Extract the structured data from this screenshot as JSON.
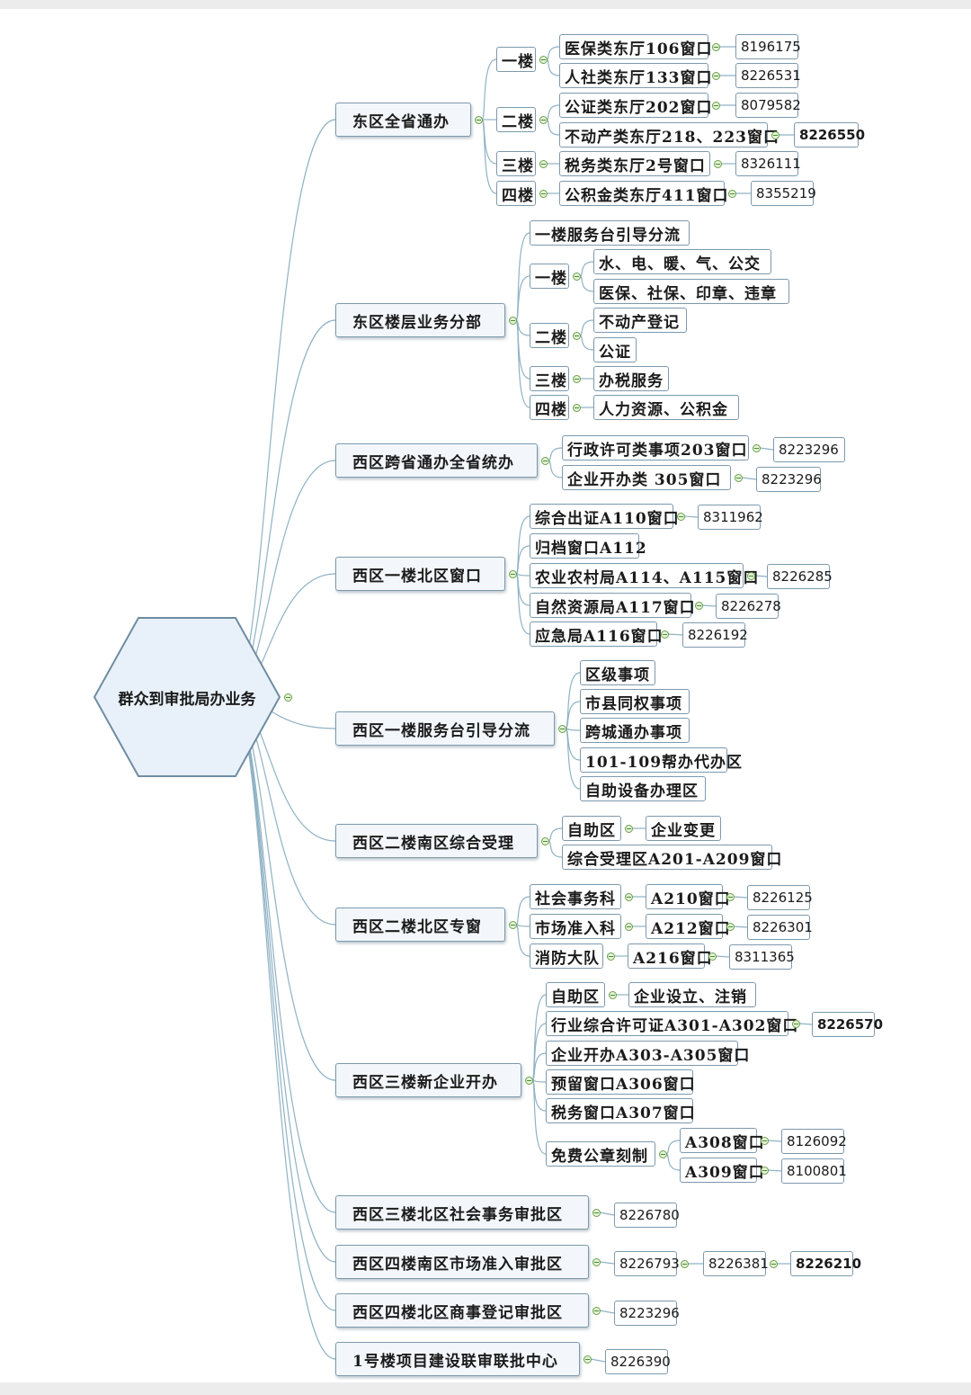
{
  "root": "群众到审批局办业务",
  "nodes": [
    {
      "id": "a",
      "label": "东区全省通办",
      "level": 1
    },
    {
      "id": "a1",
      "label": "一楼"
    },
    {
      "id": "a1a",
      "label": "医保类东厅106窗口"
    },
    {
      "id": "a1an",
      "label": "8196175",
      "num": true
    },
    {
      "id": "a1b",
      "label": "人社类东厅133窗口"
    },
    {
      "id": "a1bn",
      "label": "8226531",
      "num": true
    },
    {
      "id": "a2",
      "label": "二楼"
    },
    {
      "id": "a2a",
      "label": "公证类东厅202窗口"
    },
    {
      "id": "a2an",
      "label": "8079582",
      "num": true
    },
    {
      "id": "a2b",
      "label": "不动产类东厅218、223窗口"
    },
    {
      "id": "a2bn",
      "label": "8226550",
      "num": true,
      "bold": true
    },
    {
      "id": "a3",
      "label": "三楼"
    },
    {
      "id": "a3a",
      "label": "税务类东厅2号窗口"
    },
    {
      "id": "a3an",
      "label": "8326111",
      "num": true
    },
    {
      "id": "a4",
      "label": "四楼"
    },
    {
      "id": "a4a",
      "label": "公积金类东厅411窗口"
    },
    {
      "id": "a4an",
      "label": "8355219",
      "num": true
    },
    {
      "id": "b",
      "label": "东区楼层业务分部",
      "level": 1
    },
    {
      "id": "b0",
      "label": "一楼服务台引导分流"
    },
    {
      "id": "b1",
      "label": "一楼"
    },
    {
      "id": "b1a",
      "label": "水、电、暖、气、公交"
    },
    {
      "id": "b1b",
      "label": "医保、社保、印章、违章"
    },
    {
      "id": "b2",
      "label": "二楼"
    },
    {
      "id": "b2a",
      "label": "不动产登记"
    },
    {
      "id": "b2b",
      "label": "公证"
    },
    {
      "id": "b3",
      "label": "三楼"
    },
    {
      "id": "b3a",
      "label": "办税服务"
    },
    {
      "id": "b4",
      "label": "四楼"
    },
    {
      "id": "b4a",
      "label": "人力资源、公积金"
    },
    {
      "id": "c",
      "label": "西区跨省通办全省统办",
      "level": 1
    },
    {
      "id": "c1",
      "label": "行政许可类事项203窗口"
    },
    {
      "id": "c1n",
      "label": "8223296",
      "num": true
    },
    {
      "id": "c2",
      "label": "企业开办类 305窗口"
    },
    {
      "id": "c2n",
      "label": "8223296",
      "num": true
    },
    {
      "id": "d",
      "label": "西区一楼北区窗口",
      "level": 1
    },
    {
      "id": "d1",
      "label": "综合出证A110窗口"
    },
    {
      "id": "d1n",
      "label": "8311962",
      "num": true
    },
    {
      "id": "d2",
      "label": "归档窗口A112"
    },
    {
      "id": "d3",
      "label": "农业农村局A114、A115窗口"
    },
    {
      "id": "d3n",
      "label": "8226285",
      "num": true
    },
    {
      "id": "d4",
      "label": "自然资源局A117窗口"
    },
    {
      "id": "d4n",
      "label": "8226278",
      "num": true
    },
    {
      "id": "d5",
      "label": "应急局A116窗口"
    },
    {
      "id": "d5n",
      "label": "8226192",
      "num": true
    },
    {
      "id": "e",
      "label": "西区一楼服务台引导分流",
      "level": 1
    },
    {
      "id": "e1",
      "label": "区级事项"
    },
    {
      "id": "e2",
      "label": "市县同权事项"
    },
    {
      "id": "e3",
      "label": "跨城通办事项"
    },
    {
      "id": "e4",
      "label": "101-109帮办代办区"
    },
    {
      "id": "e5",
      "label": "自助设备办理区"
    },
    {
      "id": "f",
      "label": "西区二楼南区综合受理",
      "level": 1
    },
    {
      "id": "f1",
      "label": "自助区"
    },
    {
      "id": "f1a",
      "label": "企业变更"
    },
    {
      "id": "f2",
      "label": "综合受理区A201-A209窗口"
    },
    {
      "id": "g",
      "label": "西区二楼北区专窗",
      "level": 1
    },
    {
      "id": "g1",
      "label": "社会事务科"
    },
    {
      "id": "g1a",
      "label": "A210窗口"
    },
    {
      "id": "g1n",
      "label": "8226125",
      "num": true
    },
    {
      "id": "g2",
      "label": "市场准入科"
    },
    {
      "id": "g2a",
      "label": "A212窗口"
    },
    {
      "id": "g2n",
      "label": "8226301",
      "num": true
    },
    {
      "id": "g3",
      "label": "消防大队"
    },
    {
      "id": "g3a",
      "label": "A216窗口"
    },
    {
      "id": "g3n",
      "label": "8311365",
      "num": true
    },
    {
      "id": "h",
      "label": "西区三楼新企业开办",
      "level": 1
    },
    {
      "id": "h1",
      "label": "自助区"
    },
    {
      "id": "h1a",
      "label": "企业设立、注销"
    },
    {
      "id": "h2",
      "label": "行业综合许可证A301-A302窗口"
    },
    {
      "id": "h2n",
      "label": "8226570",
      "num": true,
      "bold": true
    },
    {
      "id": "h3",
      "label": "企业开办A303-A305窗口"
    },
    {
      "id": "h4",
      "label": "预留窗口A306窗口"
    },
    {
      "id": "h5",
      "label": "税务窗口A307窗口"
    },
    {
      "id": "h6",
      "label": "免费公章刻制"
    },
    {
      "id": "h6a",
      "label": "A308窗口"
    },
    {
      "id": "h6an",
      "label": "8126092",
      "num": true
    },
    {
      "id": "h6b",
      "label": "A309窗口"
    },
    {
      "id": "h6bn",
      "label": "8100801",
      "num": true
    },
    {
      "id": "i",
      "label": "西区三楼北区社会事务审批区",
      "level": 1
    },
    {
      "id": "in",
      "label": "8226780",
      "num": true
    },
    {
      "id": "j",
      "label": "西区四楼南区市场准入审批区",
      "level": 1
    },
    {
      "id": "jn1",
      "label": "8226793",
      "num": true
    },
    {
      "id": "jn2",
      "label": "8226381",
      "num": true
    },
    {
      "id": "jn3",
      "label": "8226210",
      "num": true,
      "bold": true
    },
    {
      "id": "k",
      "label": "西区四楼北区商事登记审批区",
      "level": 1
    },
    {
      "id": "kn",
      "label": "8223296",
      "num": true
    },
    {
      "id": "l",
      "label": "1号楼项目建设联审联批中心",
      "level": 1
    },
    {
      "id": "ln",
      "label": "8226390",
      "num": true
    }
  ]
}
